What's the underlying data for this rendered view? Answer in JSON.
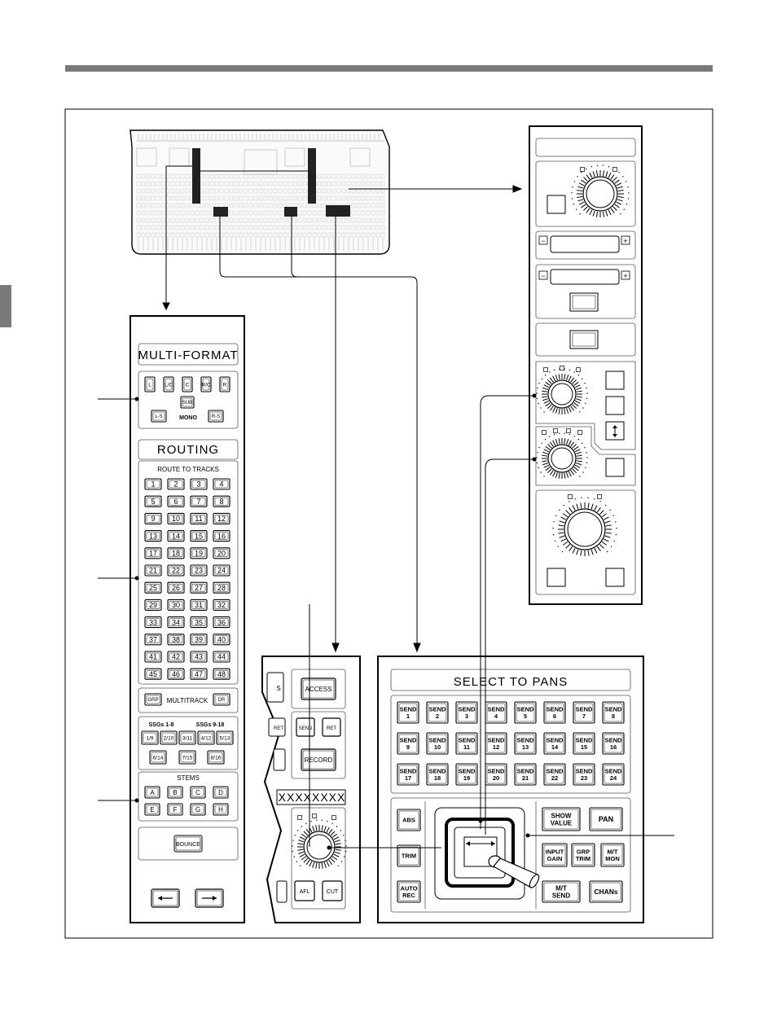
{
  "multiformat": {
    "title": "MULTI-FORMAT",
    "buttons": [
      "L",
      "L/C",
      "C",
      "R/C",
      "R",
      "SUB",
      "L-S",
      "R-S"
    ],
    "mono_label": "MONO"
  },
  "routing": {
    "title": "ROUTING",
    "subtitle": "ROUTE TO TRACKS",
    "tracks": [
      "1",
      "2",
      "3",
      "4",
      "5",
      "6",
      "7",
      "8",
      "9",
      "10",
      "11",
      "12",
      "13",
      "14",
      "15",
      "16",
      "17",
      "18",
      "19",
      "20",
      "21",
      "22",
      "23",
      "24",
      "25",
      "26",
      "27",
      "28",
      "29",
      "30",
      "31",
      "32",
      "33",
      "34",
      "35",
      "36",
      "37",
      "38",
      "39",
      "40",
      "41",
      "42",
      "43",
      "44",
      "45",
      "46",
      "47",
      "48"
    ]
  },
  "multitrack": {
    "grp": "GRP",
    "label": "MULTITRACK",
    "dir": "DR"
  },
  "ssg": {
    "label1": "SSGs 1-8",
    "label2": "SSGs 9-18",
    "buttons": [
      "1/9",
      "2/10",
      "3/11",
      "4/12",
      "5/13",
      "6/14",
      "7/15",
      "8/16"
    ]
  },
  "stems": {
    "label": "STEMS",
    "buttons": [
      "A",
      "B",
      "C",
      "D",
      "E",
      "F",
      "G",
      "H"
    ]
  },
  "bounce": {
    "label": "BOUNCE"
  },
  "middle": {
    "access": "ACCESS",
    "send": "SEND",
    "ret": "RET",
    "ret_left": "RET",
    "s_left": "S",
    "record": "RECORD",
    "afl": "AFL",
    "cut": "CUT",
    "strip_text": "XXXXXXXX"
  },
  "pans": {
    "title": "SELECT TO PANS",
    "sends": [
      "SEND 1",
      "SEND 2",
      "SEND 3",
      "SEND 4",
      "SEND 5",
      "SEND 6",
      "SEND 7",
      "SEND 8",
      "SEND 9",
      "SEND 10",
      "SEND 11",
      "SEND 12",
      "SEND 13",
      "SEND 14",
      "SEND 15",
      "SEND 16",
      "SEND 17",
      "SEND 18",
      "SEND 19",
      "SEND 20",
      "SEND 21",
      "SEND 22",
      "SEND 23",
      "SEND 24"
    ],
    "abs": "ABS",
    "trim": "TRIM",
    "auto_rec": "AUTO REC",
    "show_value": "SHOW VALUE",
    "pan": "PAN",
    "input_gain": "INPUT GAIN",
    "grp_trim": "GRP TRIM",
    "mt_mon": "M/T MON",
    "mt_send": "M/T SEND",
    "chans": "CHANs"
  },
  "right_strip": {
    "minus": "−",
    "plus": "+"
  }
}
